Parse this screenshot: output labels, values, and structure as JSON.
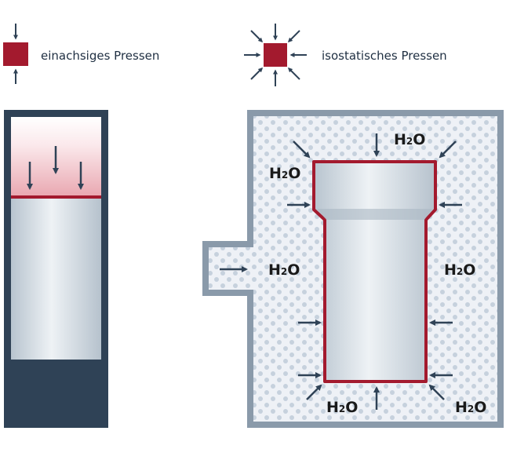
{
  "legend": {
    "uniaxial_label": "einachsiges Pressen",
    "isostatic_label": "isostatisches Pressen"
  },
  "labels": {
    "water_main": "H",
    "water_sub": "2",
    "water_tail": "O"
  },
  "colors": {
    "dark_blue": "#2f4256",
    "frame_gray": "#8a9aaa",
    "crimson": "#a31a2e",
    "steel": "#c9d3db",
    "fluid": "#eef1f6",
    "dots": "#c6d1dd"
  },
  "icons": {
    "arrow": "arrow-icon",
    "sample": "sample-square-icon"
  }
}
